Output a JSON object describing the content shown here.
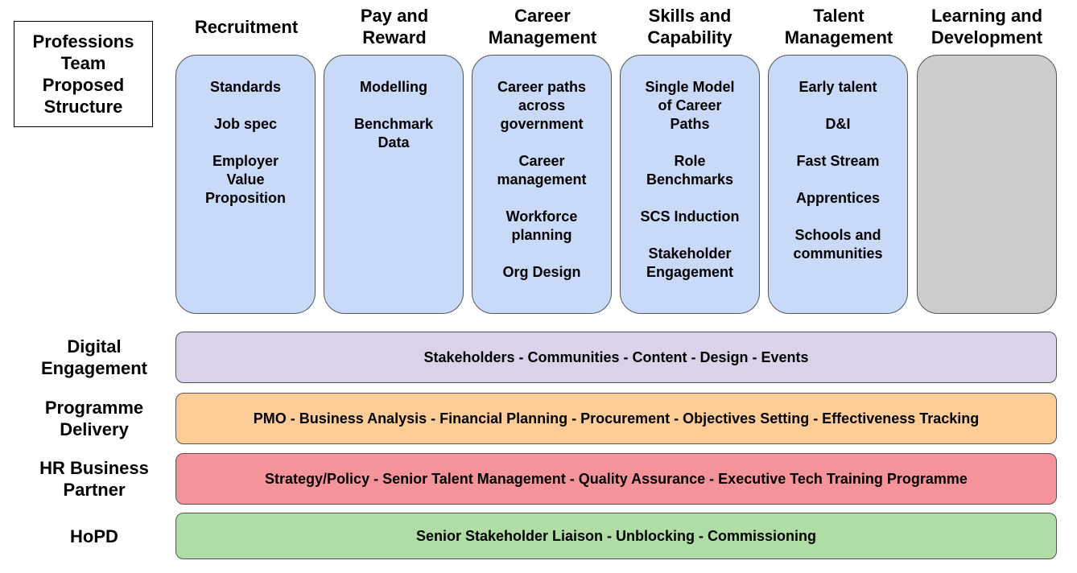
{
  "title_lines": [
    "Professions",
    "Team",
    "Proposed",
    "Structure"
  ],
  "columns": [
    {
      "heading": [
        "Recruitment"
      ],
      "items": [
        [
          "Standards"
        ],
        [
          "Job spec"
        ],
        [
          "Employer",
          "Value",
          "Proposition"
        ]
      ],
      "color": "#c9daf8"
    },
    {
      "heading": [
        "Pay and",
        "Reward"
      ],
      "items": [
        [
          "Modelling"
        ],
        [
          "Benchmark",
          "Data"
        ]
      ],
      "color": "#c9daf8"
    },
    {
      "heading": [
        "Career",
        "Management"
      ],
      "items": [
        [
          "Career paths",
          "across",
          "government"
        ],
        [
          "Career",
          "management"
        ],
        [
          "Workforce",
          "planning"
        ],
        [
          "Org Design"
        ]
      ],
      "color": "#c9daf8"
    },
    {
      "heading": [
        "Skills and",
        "Capability"
      ],
      "items": [
        [
          "Single Model",
          "of Career",
          "Paths"
        ],
        [
          "Role",
          "Benchmarks"
        ],
        [
          "SCS Induction"
        ],
        [
          "Stakeholder",
          "Engagement"
        ]
      ],
      "color": "#c9daf8"
    },
    {
      "heading": [
        "Talent",
        "Management"
      ],
      "items": [
        [
          "Early talent"
        ],
        [
          "D&I"
        ],
        [
          "Fast Stream"
        ],
        [
          "Apprentices"
        ],
        [
          "Schools and",
          "communities"
        ]
      ],
      "color": "#c9daf8"
    },
    {
      "heading": [
        "Learning and",
        "Development"
      ],
      "items": [],
      "color": "#cccccc"
    }
  ],
  "rows": [
    {
      "label": [
        "Digital",
        "Engagement"
      ],
      "text": "Stakeholders - Communities - Content - Design - Events",
      "color": "#d9d2e9"
    },
    {
      "label": [
        "Programme",
        "Delivery"
      ],
      "text": "PMO - Business Analysis - Financial Planning - Procurement - Objectives Setting - Effectiveness Tracking",
      "color": "#fdcc97"
    },
    {
      "label": [
        "HR Business",
        "Partner"
      ],
      "text": "Strategy/Policy - Senior Talent Management - Quality Assurance - Executive Tech Training Programme",
      "color": "#f4939a"
    },
    {
      "label": [
        "HoPD"
      ],
      "text": "Senior Stakeholder Liaison - Unblocking - Commissioning",
      "color": "#b0dca6"
    }
  ]
}
